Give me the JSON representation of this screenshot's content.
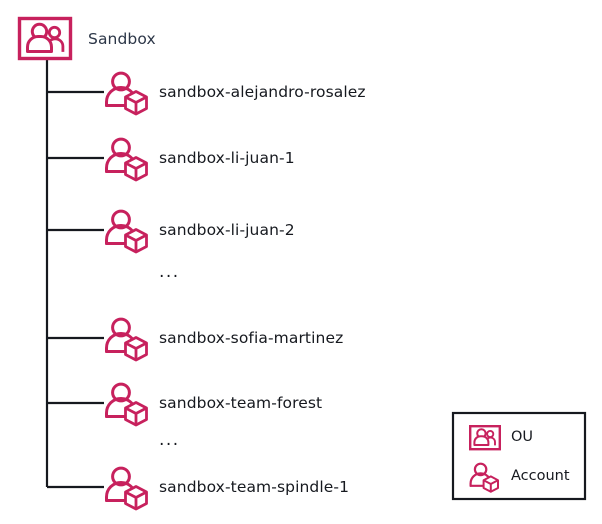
{
  "diagram": {
    "type": "organization-tree",
    "root": {
      "label": "Sandbox",
      "icon": "ou-icon"
    },
    "children": [
      {
        "label": "sandbox-alejandro-rosalez",
        "icon": "account-icon",
        "kind": "account"
      },
      {
        "label": "sandbox-li-juan-1",
        "icon": "account-icon",
        "kind": "account"
      },
      {
        "label": "sandbox-li-juan-2",
        "icon": "account-icon",
        "kind": "account"
      },
      {
        "label": "...",
        "kind": "ellipsis"
      },
      {
        "label": "sandbox-sofia-martinez",
        "icon": "account-icon",
        "kind": "account"
      },
      {
        "label": "sandbox-team-forest",
        "icon": "account-icon",
        "kind": "account"
      },
      {
        "label": "...",
        "kind": "ellipsis"
      },
      {
        "label": "sandbox-team-spindle-1",
        "icon": "account-icon",
        "kind": "account"
      }
    ]
  },
  "legend": {
    "items": [
      {
        "label": "OU",
        "icon": "ou-icon"
      },
      {
        "label": "Account",
        "icon": "account-icon"
      }
    ]
  },
  "colors": {
    "accent": "#C7215D",
    "label_text": "#16191f",
    "root_text": "#2c3647",
    "connector": "#16191f",
    "legend_border": "#16191f",
    "background": "#ffffff"
  }
}
